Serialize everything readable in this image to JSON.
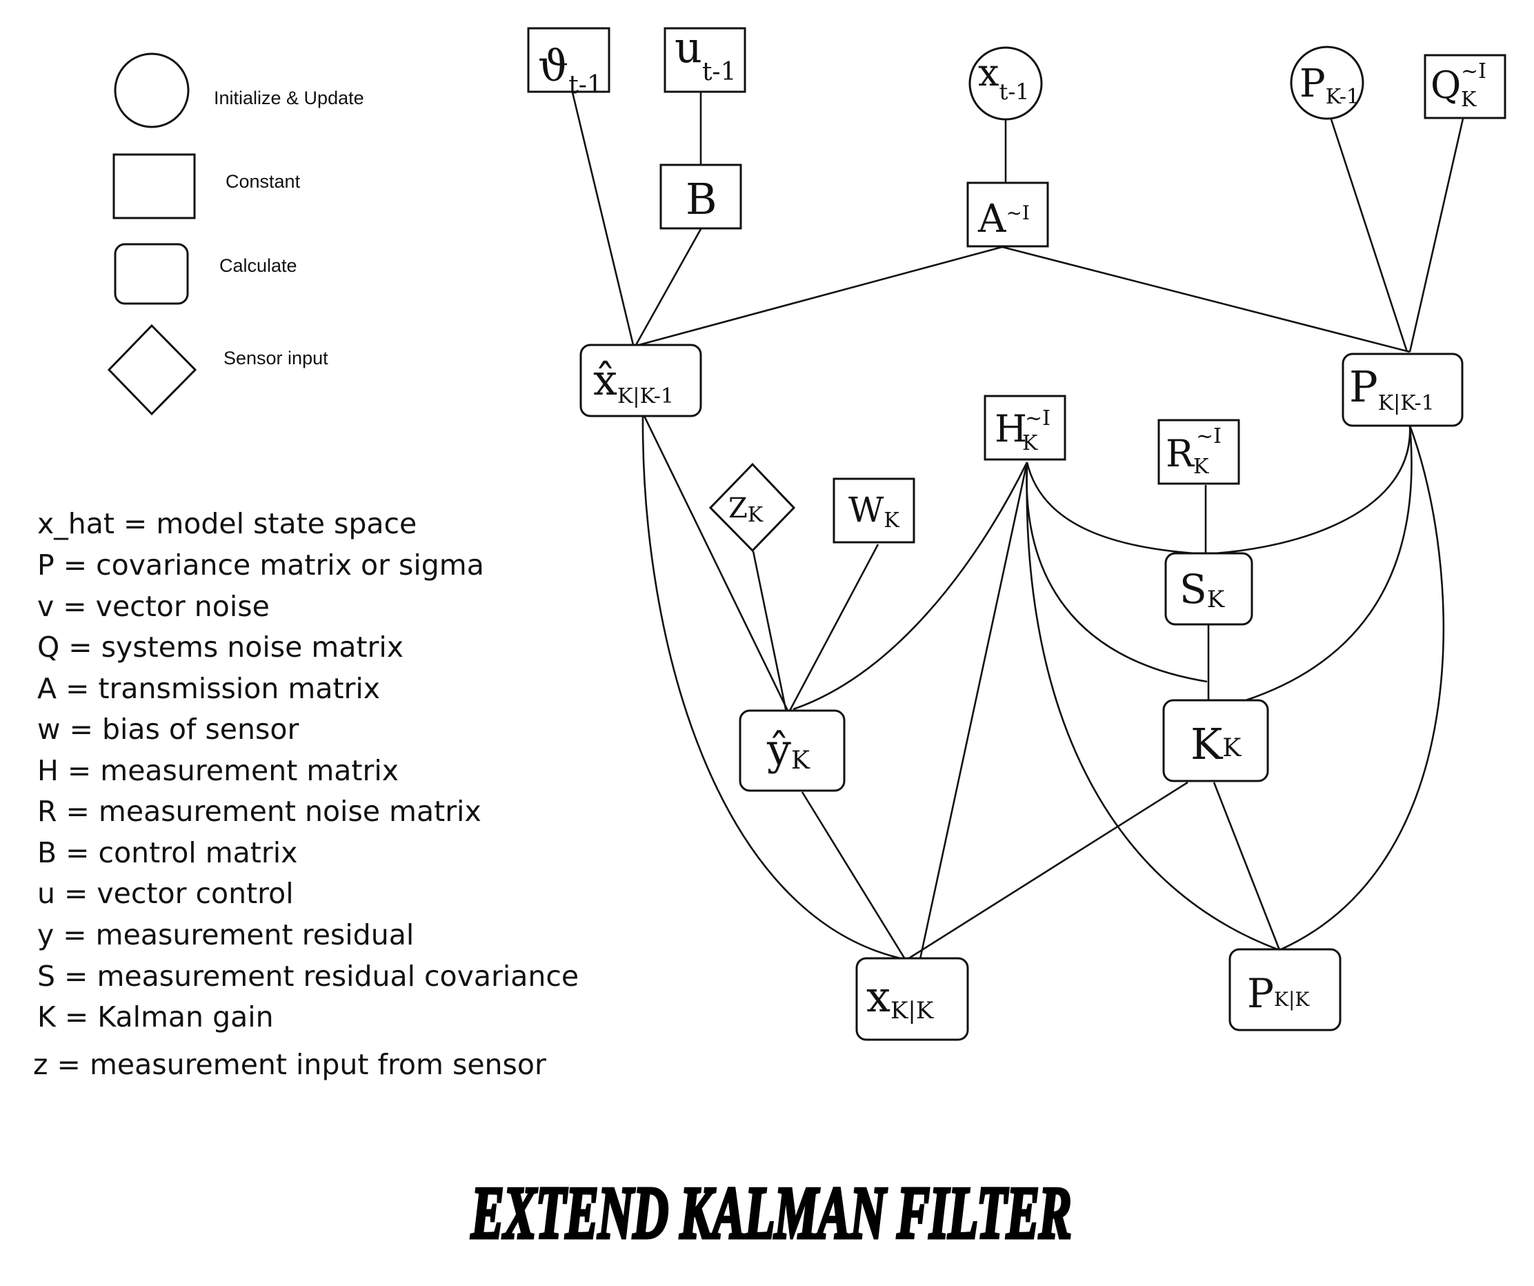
{
  "legend": [
    {
      "shape": "circle",
      "label": "Initialize & Update"
    },
    {
      "shape": "square",
      "label": "Constant"
    },
    {
      "shape": "rounded",
      "label": "Calculate"
    },
    {
      "shape": "diamond",
      "label": "Sensor input"
    }
  ],
  "definitions": [
    "x_hat = model state space",
    "P =  covariance matrix or sigma",
    "v = vector noise",
    "Q = systems noise matrix",
    "A = transmission matrix",
    "w = bias of sensor",
    "H = measurement matrix",
    "R = measurement noise matrix",
    "B = control matrix",
    "u = vector control",
    "y = measurement residual",
    "S = measurement residual covariance",
    "K = Kalman gain",
    "z = measurement input from sensor"
  ],
  "title": "EXTEND KALMAN FILTER",
  "nodes": {
    "v_prev": {
      "type": "square",
      "main": "ϑ",
      "sub": "t-1"
    },
    "u_prev": {
      "type": "square",
      "main": "u",
      "sub": "t-1"
    },
    "x_prev": {
      "type": "circle",
      "main": "x",
      "sub": "t-1"
    },
    "p_prev": {
      "type": "circle",
      "main": "P",
      "sub": "K-1"
    },
    "q": {
      "type": "square",
      "main": "Q",
      "sub": "K",
      "sup": "~I"
    },
    "b": {
      "type": "square",
      "main": "B"
    },
    "a": {
      "type": "square",
      "main": "A",
      "sup": "~I"
    },
    "x_pred": {
      "type": "rounded",
      "main": "x̂",
      "sub": "K|K-1"
    },
    "p_pred": {
      "type": "rounded",
      "main": "P",
      "sub": "K|K-1"
    },
    "h": {
      "type": "square",
      "main": "H",
      "sub": "K",
      "sup": "~I"
    },
    "r": {
      "type": "square",
      "main": "R",
      "sub": "K",
      "sup": "~I"
    },
    "z": {
      "type": "diamond",
      "main": "Z",
      "sub": "K"
    },
    "w": {
      "type": "square",
      "main": "W",
      "sub": "K"
    },
    "s": {
      "type": "rounded",
      "main": "S",
      "sub": "K"
    },
    "y": {
      "type": "rounded",
      "main": "ŷ",
      "sub": "K"
    },
    "k": {
      "type": "rounded",
      "main": "K",
      "sub": "K"
    },
    "x_upd": {
      "type": "rounded",
      "main": "x",
      "sub": "K|K"
    },
    "p_upd": {
      "type": "rounded",
      "main": "P",
      "sub": "K|K"
    }
  },
  "edges": [
    [
      "v_prev",
      "x_pred"
    ],
    [
      "u_prev",
      "b"
    ],
    [
      "b",
      "x_pred"
    ],
    [
      "x_prev",
      "a"
    ],
    [
      "a",
      "x_pred"
    ],
    [
      "a",
      "p_pred"
    ],
    [
      "p_prev",
      "p_pred"
    ],
    [
      "q",
      "p_pred"
    ],
    [
      "x_pred",
      "y"
    ],
    [
      "z",
      "y"
    ],
    [
      "w",
      "y"
    ],
    [
      "h",
      "y"
    ],
    [
      "x_pred",
      "x_upd"
    ],
    [
      "h",
      "s"
    ],
    [
      "p_pred",
      "s"
    ],
    [
      "r",
      "s"
    ],
    [
      "s",
      "k"
    ],
    [
      "h",
      "k"
    ],
    [
      "p_pred",
      "k"
    ],
    [
      "h",
      "x_upd"
    ],
    [
      "h",
      "p_upd"
    ],
    [
      "p_pred",
      "p_upd"
    ],
    [
      "y",
      "x_upd"
    ],
    [
      "k",
      "x_upd"
    ],
    [
      "k",
      "p_upd"
    ]
  ]
}
